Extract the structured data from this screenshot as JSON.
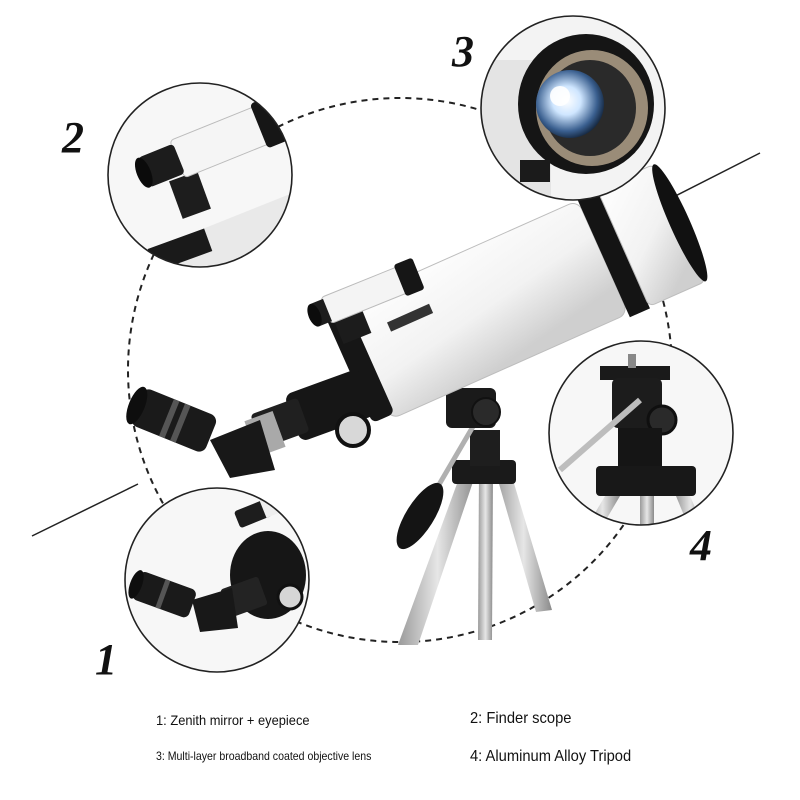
{
  "callout_numbers": [
    "1",
    "2",
    "3",
    "4"
  ],
  "legend": {
    "item1": "1: Zenith mirror + eyepiece",
    "item2": "2: Finder scope",
    "item3": "3: Multi-layer broadband coated objective lens",
    "item4": "4: Aluminum Alloy Tripod"
  },
  "colors": {
    "tube": "#ffffff",
    "tube_shade": "#dcdcdc",
    "black_parts": "#151515",
    "tripod": "#c8c8c8",
    "lens_glow": "#cfe6ff"
  }
}
